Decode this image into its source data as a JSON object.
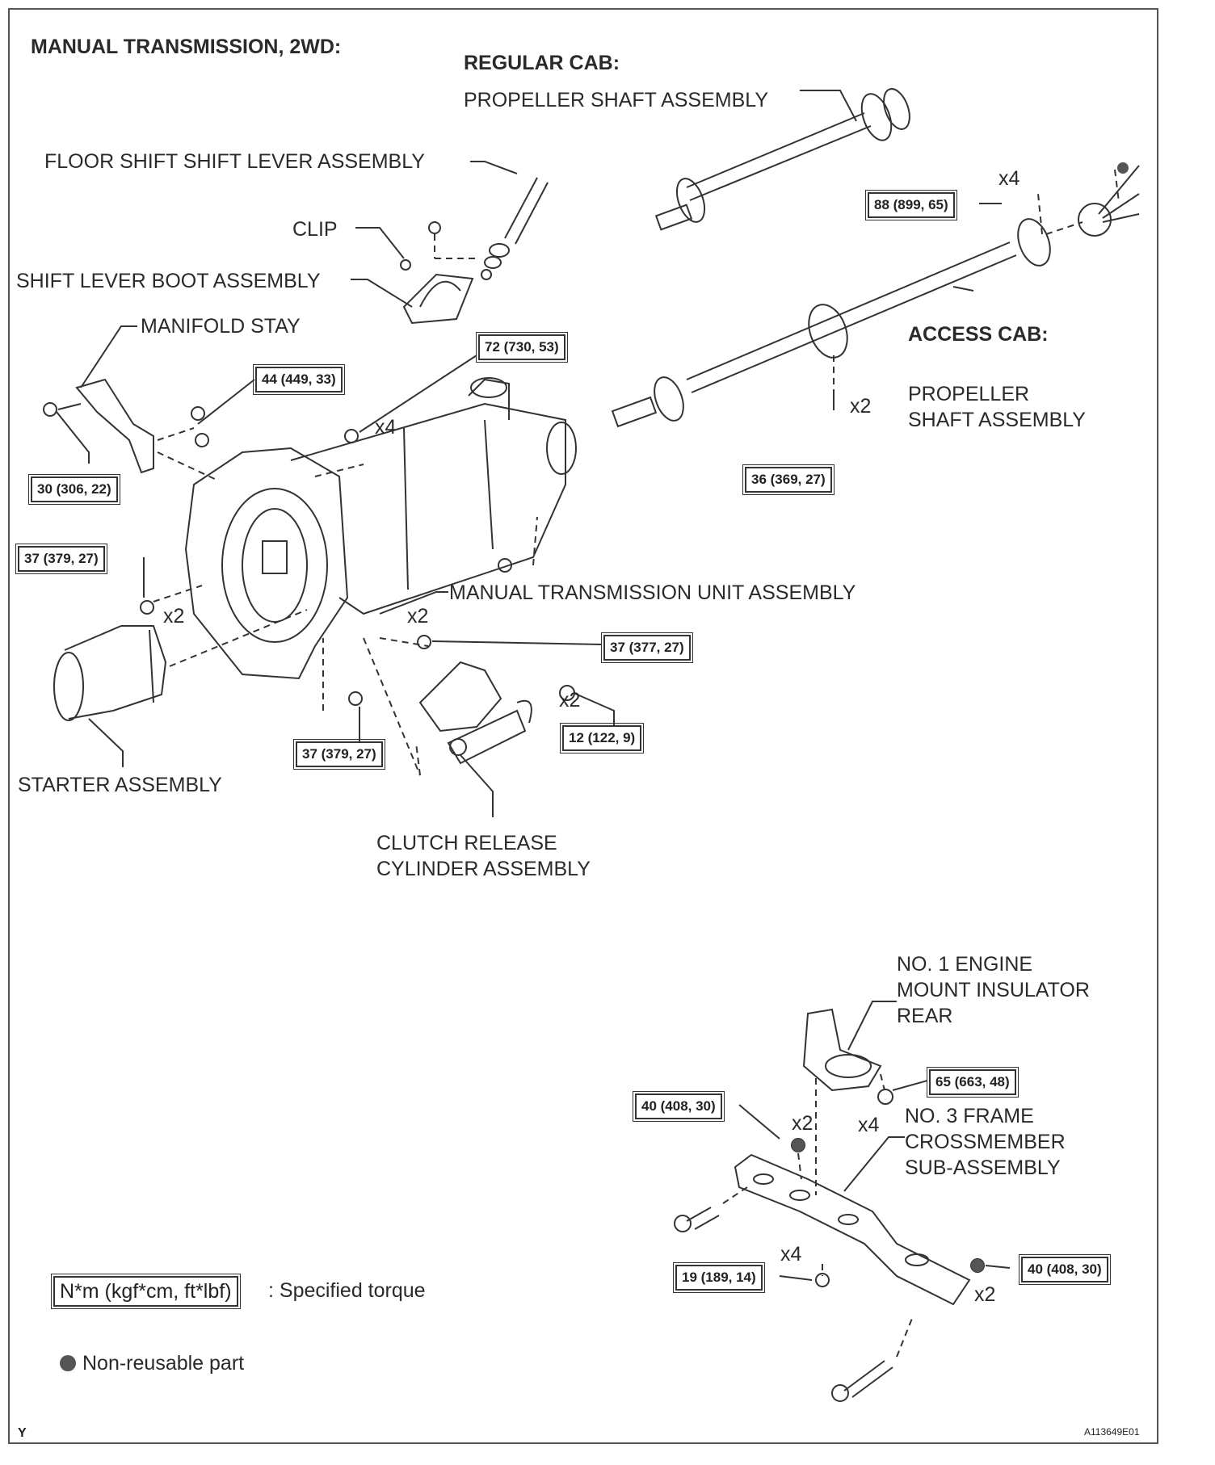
{
  "header": {
    "title": "MANUAL TRANSMISSION, 2WD:",
    "regular_cab": "REGULAR CAB:",
    "access_cab": "ACCESS CAB:"
  },
  "parts": {
    "propeller_regular": "PROPELLER SHAFT ASSEMBLY",
    "floor_shift": "FLOOR SHIFT SHIFT LEVER ASSEMBLY",
    "clip": "CLIP",
    "boot": "SHIFT LEVER BOOT ASSEMBLY",
    "manifold_stay": "MANIFOLD STAY",
    "propeller_access_1": "PROPELLER",
    "propeller_access_2": "SHAFT ASSEMBLY",
    "transmission": "MANUAL TRANSMISSION UNIT ASSEMBLY",
    "starter": "STARTER ASSEMBLY",
    "clutch_1": "CLUTCH RELEASE",
    "clutch_2": "CYLINDER ASSEMBLY",
    "mount_1": "NO. 1 ENGINE",
    "mount_2": "MOUNT INSULATOR",
    "mount_3": "REAR",
    "frame_1": "NO. 3 FRAME",
    "frame_2": "CROSSMEMBER",
    "frame_3": "SUB-ASSEMBLY"
  },
  "torques": {
    "t88": "88 (899, 65)",
    "t72": "72 (730, 53)",
    "t44": "44 (449, 33)",
    "t30": "30 (306, 22)",
    "t36": "36 (369, 27)",
    "t37a": "37 (379, 27)",
    "t37b": "37 (377, 27)",
    "t12": "12 (122, 9)",
    "t37c": "37 (379, 27)",
    "t65": "65 (663, 48)",
    "t40a": "40 (408, 30)",
    "t19": "19 (189, 14)",
    "t40b": "40 (408, 30)"
  },
  "quantities": {
    "q1": "x4",
    "q2": "x4",
    "q3": "x2",
    "q4": "x2",
    "q5": "x2",
    "q6": "x2",
    "q7": "x2",
    "q8": "x4",
    "q9": "x4",
    "q10": "x2"
  },
  "legend": {
    "torque_box": "N*m (kgf*cm, ft*lbf)",
    "torque_text": ": Specified torque",
    "nonreusable": "Non-reusable part"
  },
  "footer": {
    "left": "Y",
    "code": "A113649E01"
  }
}
